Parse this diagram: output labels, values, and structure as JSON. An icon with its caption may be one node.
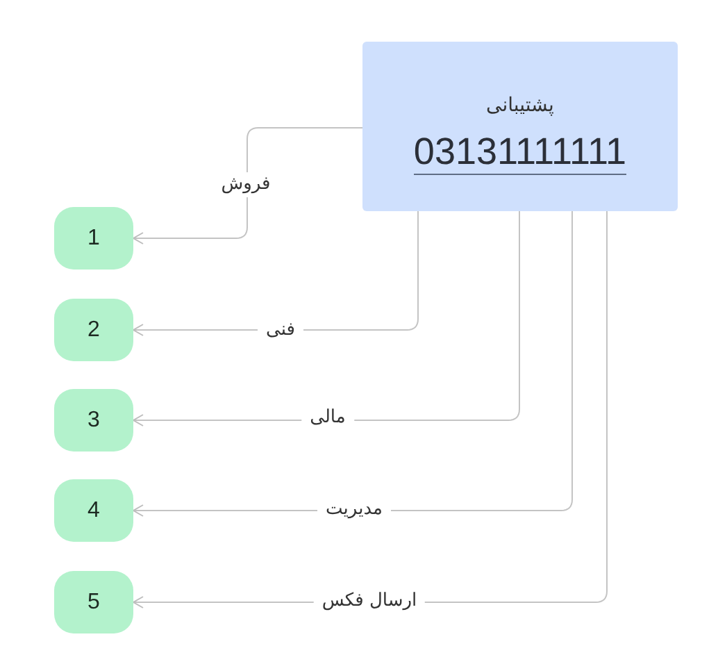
{
  "diagram": {
    "nodes": [
      {
        "text": [
          "پشتیبانی",
          "03131111111"
        ]
      },
      {
        "text": [
          "1"
        ]
      },
      {
        "text": [
          "2"
        ]
      },
      {
        "text": [
          "3"
        ]
      },
      {
        "text": [
          "4"
        ]
      },
      {
        "text": [
          "5"
        ]
      }
    ],
    "edges": [
      {
        "from": 0,
        "to": 1,
        "arrow": "to",
        "label": "فروش"
      },
      {
        "from": 0,
        "to": 2,
        "arrow": "to",
        "label": "فنی"
      },
      {
        "from": 0,
        "to": 3,
        "arrow": "to",
        "label": "مالی"
      },
      {
        "from": 0,
        "to": 4,
        "arrow": "to",
        "label": "مدیریت"
      },
      {
        "from": 0,
        "to": 5,
        "arrow": "to",
        "label": "ارسال فکس"
      }
    ]
  }
}
